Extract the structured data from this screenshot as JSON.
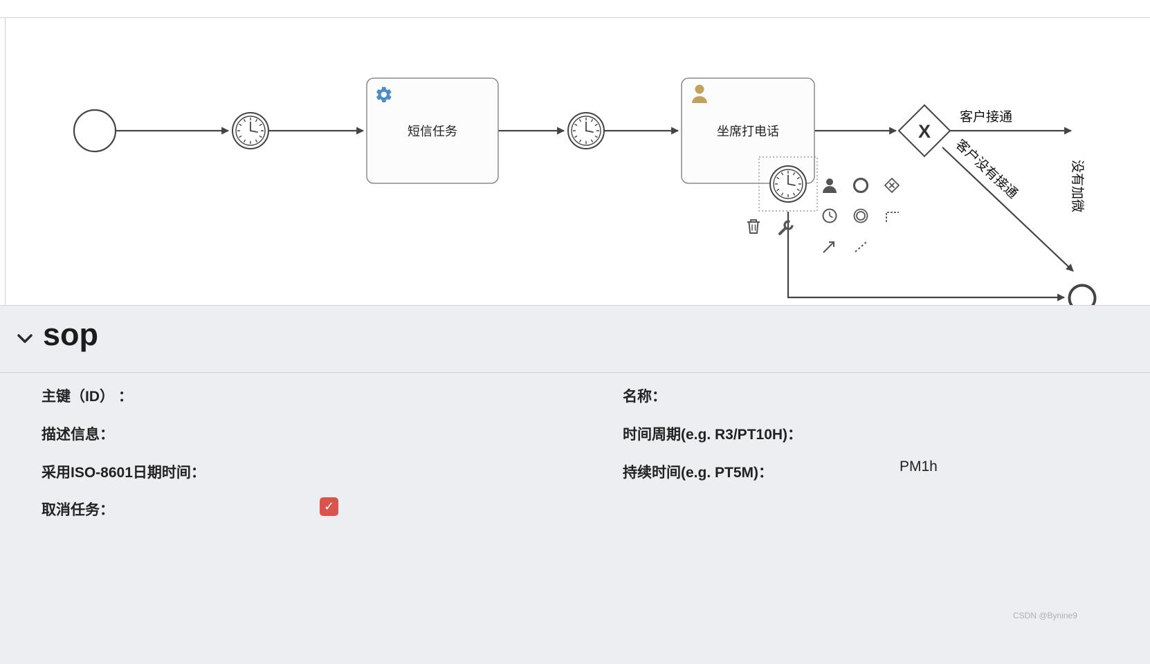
{
  "diagram": {
    "tasks": [
      {
        "label": "短信任务"
      },
      {
        "label": "坐席打电话"
      }
    ],
    "gateway": {
      "marker": "X"
    },
    "flows": [
      {
        "label": "客户接通"
      },
      {
        "label": "客户没有接通"
      },
      {
        "label": "没有加微"
      }
    ],
    "context_pad": {
      "icons": [
        "append-user-task",
        "append-end-event",
        "append-gateway",
        "append-timer-event",
        "append-intermediate-event",
        "append-annotation",
        "connect-tool",
        "association-tool",
        "delete",
        "change-type"
      ]
    }
  },
  "panel": {
    "title": "sop",
    "fields": {
      "left": [
        {
          "label": "主键（ID） ："
        },
        {
          "label": "描述信息："
        },
        {
          "label": "采用ISO-8601日期时间："
        },
        {
          "label": "取消任务：",
          "checked": true,
          "check_glyph": "✓"
        }
      ],
      "right": [
        {
          "label": "名称："
        },
        {
          "label": "时间周期(e.g. R3/PT10H)："
        },
        {
          "label": "持续时间(e.g. PT5M)：",
          "value": "PM1h"
        }
      ]
    }
  },
  "watermark": "CSDN @Bynine9",
  "colors": {
    "stroke": "#444444",
    "gear": "#4e8cc8",
    "user": "#c3a15c",
    "checkbox": "#d9544d",
    "panel_bg": "#eceef1"
  }
}
